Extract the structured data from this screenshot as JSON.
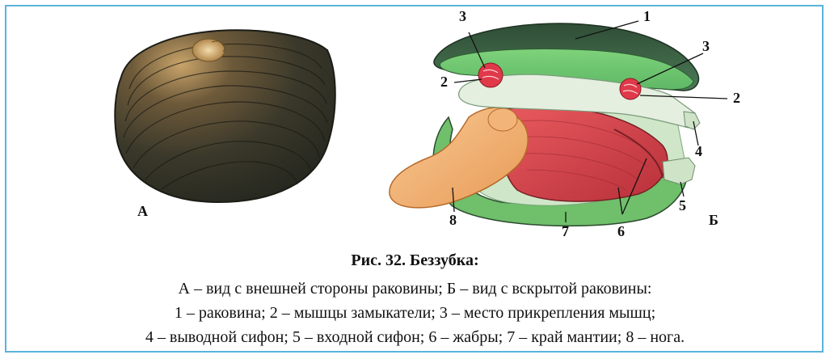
{
  "figure": {
    "panel_labels": {
      "a": "А",
      "b": "Б"
    },
    "callouts": [
      "1",
      "2",
      "2",
      "3",
      "3",
      "4",
      "5",
      "6",
      "7",
      "8"
    ],
    "caption_title": "Рис. 32. Беззубка:",
    "legend_lines": [
      "А – вид с внешней стороны раковины; Б – вид с вскрытой раковины:",
      "1 – раковина; 2 – мышцы замыкатели; 3 – место прикрепления мышц;",
      "4 – выводной сифон; 5 – входной сифон; 6 – жабры; 7 – край мантии; 8 – нога."
    ]
  },
  "colors": {
    "frame_border": "#5bb3dd",
    "shell_dark": "#3e3a2c",
    "shell_green": "#3f6b48",
    "mantle_green": "#8fd08a",
    "gill_red": "#d8424a",
    "foot_orange": "#f2b27a",
    "muscle_red": "#e0394a"
  }
}
